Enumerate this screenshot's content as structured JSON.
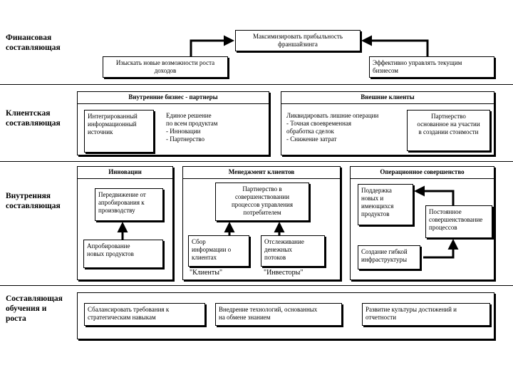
{
  "sections": {
    "financial": "Финансовая\nсоставляющая",
    "client": "Клиентская\nсоставляющая",
    "internal": "Внутренняя\nсоставляющая",
    "learning": "Составляющая\nобучения и\nроста"
  },
  "financial": {
    "top": "Максимизировать прибыльность\nфраншайзинга",
    "left": "Изыскать новые возможности роста\nдоходов",
    "right": "Эффективно управлять текущим\nбизнесом"
  },
  "client": {
    "internal_title": "Внутренние бизнес - партнеры",
    "external_title": "Внешние клиенты",
    "integrated": "Интегрированный\nинформационный\nисточник",
    "single_solution": "Единое решение\nпо всем продуктам\n- Инновации\n- Партнерство",
    "liquidate": "Ликвидировать лишние операции\n- Точная своевременная\nобработка сделок\n- Снижение затрат",
    "partnership": "Партнерство\nоснованное на участии\nв создании стоимости"
  },
  "internal": {
    "innovation_title": "Инновации",
    "client_mgmt_title": "Менеджмент клиентов",
    "ops_title": "Операционное совершенство",
    "move": "Передвижение от\nапробирования к\nпроизводству",
    "approve": "Апробирование\nновых продуктов",
    "partnership_improve": "Партнерство в\nсовершенствовании\nпроцессов управления\nпотребителем",
    "collect": "Сбор\nинформации о\nклиентах",
    "tracking": "Отслеживание\nденежных\nпотоков",
    "clients_label": "\"Клиенты\"",
    "investors_label": "\"Инвесторы\"",
    "support": "Поддержка\nновых и\nимеющихся\nпродуктов",
    "constant": "Постоянное\nсовершенствование\nпроцессов",
    "flexible": "Создание гибкой\nинфраструктуры"
  },
  "learning": {
    "balance": "Сбалансировать требования к\nстратегическим навыкам",
    "tech": "Внедрение технологий, основанных\nна обмене знанием",
    "culture": "Развитие культуры достижений и\nотчетности"
  }
}
